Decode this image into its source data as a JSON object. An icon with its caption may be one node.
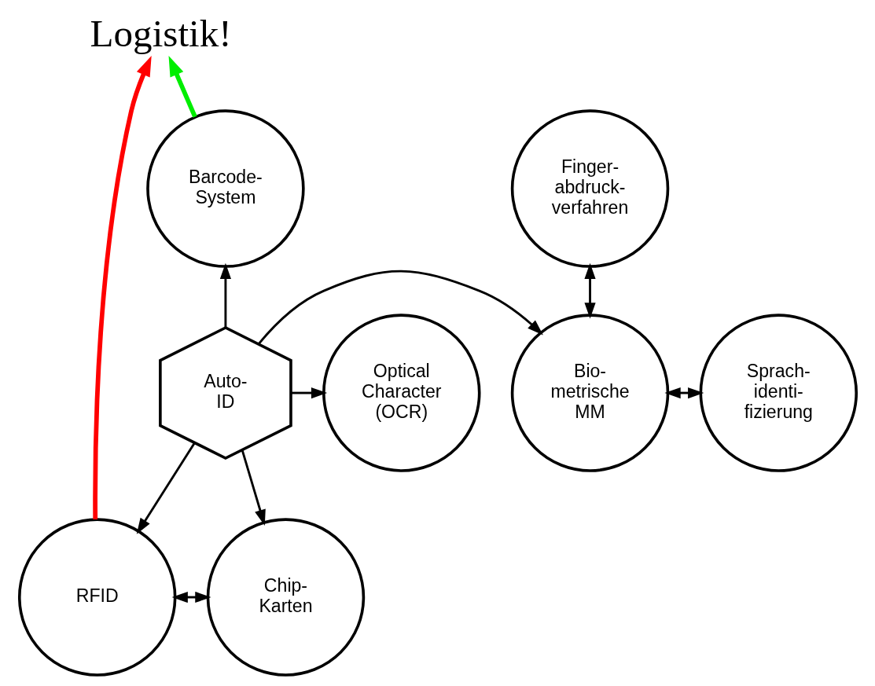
{
  "diagram": {
    "nodes": [
      {
        "text": [
          "Logistik!"
        ]
      },
      {
        "text": [
          "Barcode- System"
        ]
      },
      {
        "text": [
          "Finger- abdruck- verfahren"
        ]
      },
      {
        "text": [
          "Optical Character (OCR)"
        ]
      },
      {
        "text": [
          "Auto- ID"
        ]
      },
      {
        "text": [
          "Bio- metrische MM"
        ]
      },
      {
        "text": [
          "Sprach- identi- fizierung"
        ]
      },
      {
        "text": [
          "Chip- Karten"
        ]
      },
      {
        "text": [
          "RFID"
        ]
      }
    ],
    "edges": [
      {
        "from": 4,
        "to": 1,
        "arrow": "to"
      },
      {
        "from": 4,
        "to": 3,
        "arrow": "to"
      },
      {
        "from": 4,
        "to": 5,
        "arrow": "to"
      },
      {
        "from": 4,
        "to": 7,
        "arrow": "to"
      },
      {
        "from": 4,
        "to": 8,
        "arrow": "to"
      },
      {
        "from": 7,
        "to": 8,
        "arrow": "both"
      },
      {
        "from": 5,
        "to": 2,
        "arrow": "both"
      },
      {
        "from": 5,
        "to": 6,
        "arrow": "both"
      },
      {
        "from": 1,
        "to": 0,
        "arrow": "to",
        "style": "thick",
        "color": "#00ee00"
      },
      {
        "from": 8,
        "to": 0,
        "arrow": "to",
        "style": "thick",
        "color": "#ff0000"
      }
    ]
  }
}
